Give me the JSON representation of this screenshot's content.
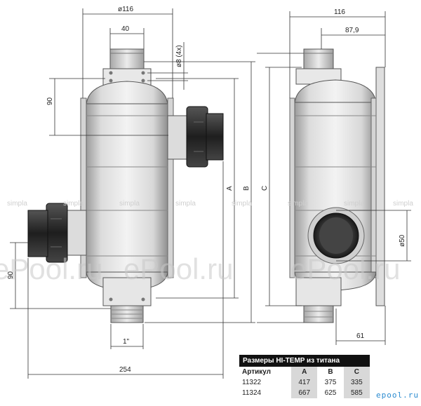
{
  "front_view": {
    "dims": {
      "top_width": "ø116",
      "inlet_width": "40",
      "holes": "ø8 (4x)",
      "left_offset": "90",
      "lower_offset": "90",
      "thread": "1\"",
      "total_width": "254",
      "height_a": "A",
      "height_b": "B"
    }
  },
  "side_view": {
    "dims": {
      "width": "116",
      "half_width": "87,9",
      "height_c": "C",
      "port_diameter": "ø50",
      "port_offset": "61"
    }
  },
  "watermarks": {
    "big": "ePool.ru",
    "small": "simpla"
  },
  "spec_table": {
    "caption": "Размеры HI-TEMP из титана",
    "headers": [
      "Артикул",
      "A",
      "B",
      "C"
    ],
    "rows": [
      [
        "11322",
        "417",
        "375",
        "335"
      ],
      [
        "11324",
        "667",
        "625",
        "585"
      ]
    ]
  },
  "brand": "epool.ru",
  "colors": {
    "body_light": "#e6e6e6",
    "body_mid": "#cfcfcf",
    "body_dark": "#9a9a9a",
    "fitting_dark": "#2b2b2b",
    "line": "#333333"
  }
}
